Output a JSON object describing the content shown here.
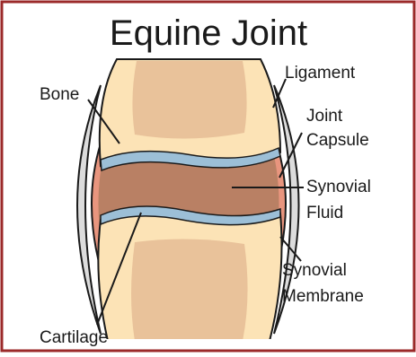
{
  "diagram": {
    "title": "Equine Joint",
    "labels": {
      "bone": "Bone",
      "ligament": "Ligament",
      "joint_capsule_line1": "Joint",
      "joint_capsule_line2": "Capsule",
      "synovial_fluid_line1": "Synovial",
      "synovial_fluid_line2": "Fluid",
      "synovial_membrane_line1": "Synovial",
      "synovial_membrane_line2": "Membrane",
      "cartilage": "Cartilage"
    },
    "colors": {
      "border": "#9b2a2a",
      "ligament": "#dcdcdc",
      "bone_outer": "#fce3b6",
      "bone_inner": "#e9c29a",
      "cartilage": "#9cbfd7",
      "synovial_fluid": "#b98064",
      "synovial_membrane": "#e8957e",
      "outline": "#1a1a1a"
    }
  }
}
